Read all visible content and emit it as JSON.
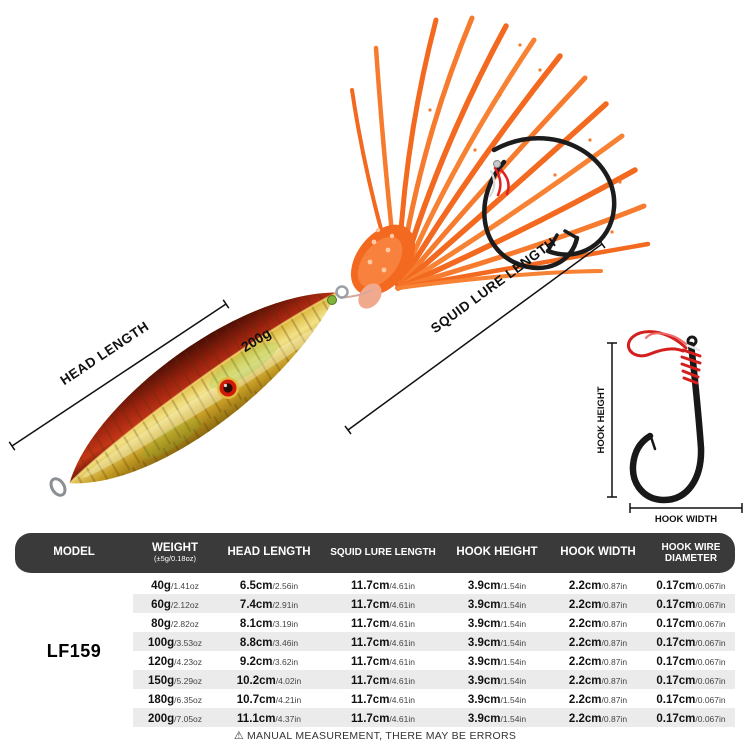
{
  "diagram": {
    "weight_on_lure": "200g",
    "head_length_label": "HEAD LENGTH",
    "squid_lure_length_label": "SQUID LURE LENGTH",
    "hook_height_label": "HOOK HEIGHT",
    "hook_width_label": "HOOK WIDTH"
  },
  "table": {
    "model": "LF159",
    "headers": {
      "model": "MODEL",
      "weight": "WEIGHT",
      "weight_sub": "(±5g/0.18oz)",
      "head_length": "HEAD LENGTH",
      "squid_lure_length": "SQUID LURE LENGTH",
      "hook_height": "HOOK HEIGHT",
      "hook_width": "HOOK WIDTH",
      "hook_wire_1": "HOOK WIRE",
      "hook_wire_2": "DIAMETER"
    },
    "rows": [
      {
        "weight": [
          "40g",
          "/1.41oz"
        ],
        "head_length": [
          "6.5cm",
          "/2.56in"
        ],
        "squid_lure_length": [
          "11.7cm",
          "/4.61in"
        ],
        "hook_height": [
          "3.9cm",
          "/1.54in"
        ],
        "hook_width": [
          "2.2cm",
          "/0.87in"
        ],
        "hook_wire_diameter": [
          "0.17cm",
          "/0.067in"
        ]
      },
      {
        "weight": [
          "60g",
          "/2.12oz"
        ],
        "head_length": [
          "7.4cm",
          "/2.91in"
        ],
        "squid_lure_length": [
          "11.7cm",
          "/4.61in"
        ],
        "hook_height": [
          "3.9cm",
          "/1.54in"
        ],
        "hook_width": [
          "2.2cm",
          "/0.87in"
        ],
        "hook_wire_diameter": [
          "0.17cm",
          "/0.067in"
        ]
      },
      {
        "weight": [
          "80g",
          "/2.82oz"
        ],
        "head_length": [
          "8.1cm",
          "/3.19in"
        ],
        "squid_lure_length": [
          "11.7cm",
          "/4.61in"
        ],
        "hook_height": [
          "3.9cm",
          "/1.54in"
        ],
        "hook_width": [
          "2.2cm",
          "/0.87in"
        ],
        "hook_wire_diameter": [
          "0.17cm",
          "/0.067in"
        ]
      },
      {
        "weight": [
          "100g",
          "/3.53oz"
        ],
        "head_length": [
          "8.8cm",
          "/3.46in"
        ],
        "squid_lure_length": [
          "11.7cm",
          "/4.61in"
        ],
        "hook_height": [
          "3.9cm",
          "/1.54in"
        ],
        "hook_width": [
          "2.2cm",
          "/0.87in"
        ],
        "hook_wire_diameter": [
          "0.17cm",
          "/0.067in"
        ]
      },
      {
        "weight": [
          "120g",
          "/4.23oz"
        ],
        "head_length": [
          "9.2cm",
          "/3.62in"
        ],
        "squid_lure_length": [
          "11.7cm",
          "/4.61in"
        ],
        "hook_height": [
          "3.9cm",
          "/1.54in"
        ],
        "hook_width": [
          "2.2cm",
          "/0.87in"
        ],
        "hook_wire_diameter": [
          "0.17cm",
          "/0.067in"
        ]
      },
      {
        "weight": [
          "150g",
          "/5.29oz"
        ],
        "head_length": [
          "10.2cm",
          "/4.02in"
        ],
        "squid_lure_length": [
          "11.7cm",
          "/4.61in"
        ],
        "hook_height": [
          "3.9cm",
          "/1.54in"
        ],
        "hook_width": [
          "2.2cm",
          "/0.87in"
        ],
        "hook_wire_diameter": [
          "0.17cm",
          "/0.067in"
        ]
      },
      {
        "weight": [
          "180g",
          "/6.35oz"
        ],
        "head_length": [
          "10.7cm",
          "/4.21in"
        ],
        "squid_lure_length": [
          "11.7cm",
          "/4.61in"
        ],
        "hook_height": [
          "3.9cm",
          "/1.54in"
        ],
        "hook_width": [
          "2.2cm",
          "/0.87in"
        ],
        "hook_wire_diameter": [
          "0.17cm",
          "/0.067in"
        ]
      },
      {
        "weight": [
          "200g",
          "/7.05oz"
        ],
        "head_length": [
          "11.1cm",
          "/4.37in"
        ],
        "squid_lure_length": [
          "11.7cm",
          "/4.61in"
        ],
        "hook_height": [
          "3.9cm",
          "/1.54in"
        ],
        "hook_width": [
          "2.2cm",
          "/0.87in"
        ],
        "hook_wire_diameter": [
          "0.17cm",
          "/0.067in"
        ]
      }
    ]
  },
  "footer": {
    "warning_icon": "⚠",
    "note": "MANUAL MEASUREMENT, THERE MAY BE ERRORS"
  }
}
